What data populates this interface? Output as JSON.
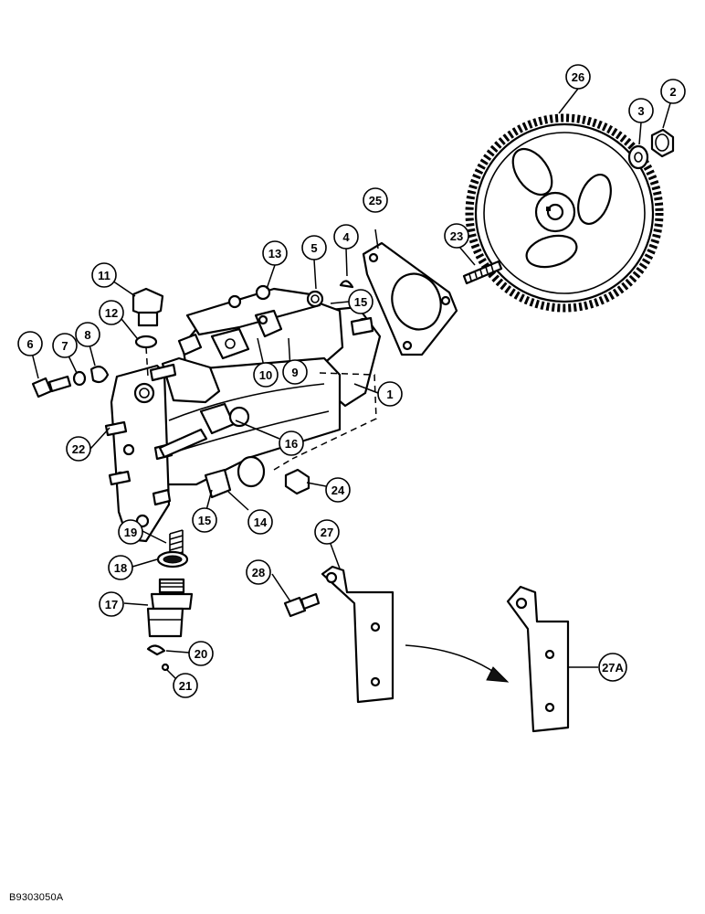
{
  "figure": {
    "reference_code": "B9303050A"
  },
  "callouts": {
    "c1": "1",
    "c2": "2",
    "c3": "3",
    "c4": "4",
    "c5": "5",
    "c6": "6",
    "c7": "7",
    "c8": "8",
    "c9": "9",
    "c10": "10",
    "c11": "11",
    "c12": "12",
    "c13": "13",
    "c14": "14",
    "c15a": "15",
    "c15b": "15",
    "c16": "16",
    "c17": "17",
    "c18": "18",
    "c19": "19",
    "c20": "20",
    "c21": "21",
    "c22": "22",
    "c23": "23",
    "c24": "24",
    "c25": "25",
    "c26": "26",
    "c27": "27",
    "c27a": "27A",
    "c28": "28"
  }
}
